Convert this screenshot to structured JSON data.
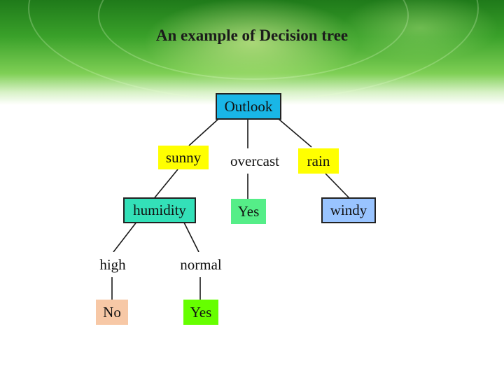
{
  "title": "An example of Decision tree",
  "tree": {
    "root": "Outlook",
    "branches": {
      "sunny": "sunny",
      "overcast": "overcast",
      "rain": "rain"
    },
    "humidity": "humidity",
    "overcast_leaf": "Yes",
    "windy": "windy",
    "humidity_branches": {
      "high": "high",
      "normal": "normal"
    },
    "high_leaf": "No",
    "normal_leaf": "Yes"
  },
  "colors": {
    "root": "#19b6e6",
    "sunny": "#ffff00",
    "rain": "#ffff00",
    "humidity": "#33e0b8",
    "overcast_leaf": "#55ee88",
    "windy": "#99c4ff",
    "high_leaf": "#f7c8a6",
    "normal_leaf": "#66ff00"
  }
}
